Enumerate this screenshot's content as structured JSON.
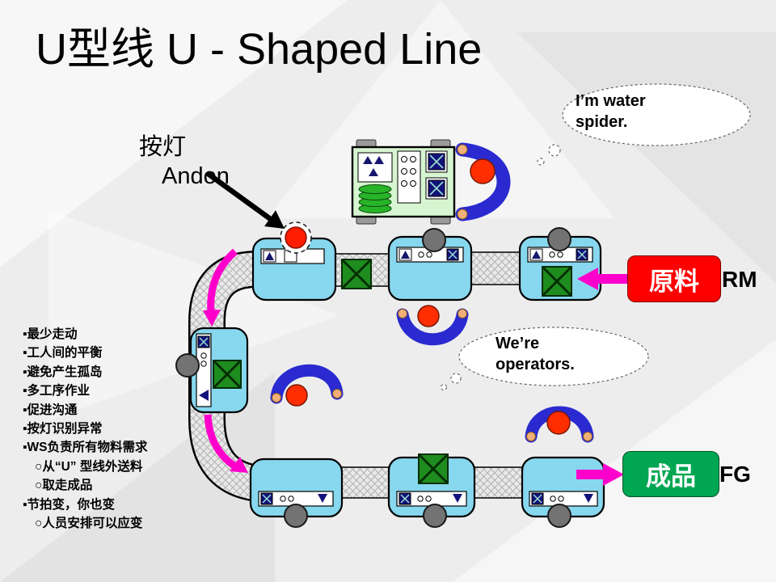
{
  "slide": {
    "title": "U型线  U - Shaped Line"
  },
  "andon_label": {
    "line1": "按灯",
    "line2": "Andon"
  },
  "clouds": {
    "water_spider": {
      "line1": "I’m water",
      "line2": "spider."
    },
    "operators": {
      "line1": "We’re",
      "line2": "operators."
    }
  },
  "materials": {
    "raw": {
      "label": "原料",
      "tag": "RM"
    },
    "finished": {
      "label": "成品",
      "tag": "FG"
    }
  },
  "bullets": {
    "items": [
      "▪最少走动",
      "▪工人间的平衡",
      "▪避免产生孤岛",
      "▪多工序作业",
      "▪促进沟通",
      "▪按灯识别异常",
      "▪WS负责所有物料需求",
      "○从“U” 型线外送料",
      "○取走成品",
      "▪节拍变，你也变",
      "○人员安排可以应变"
    ]
  },
  "colors": {
    "raw_box_red": "#ff0000",
    "finished_box_green": "#00a651",
    "station_fill": "#87d7ee",
    "crate_green": "#1e8c1e",
    "flow_arrow_magenta": "#ff00cc",
    "operator_blue": "#2a2ad0",
    "operator_head_red": "#ff2e00",
    "andon_light_red": "#ff1e00",
    "gray_head": "#737373"
  },
  "icons": {
    "andon_light": "red circle with dashed halo",
    "kanban_crate": "green box with X (⊠)",
    "operator_figure": "blue arc body with red head",
    "water_spider_figure": "blue arc body with red head pulling cart",
    "conveyor_track": "cross-hatched band",
    "triangle_marker": "▲",
    "container_marker": "⊠",
    "down_arrow_marker": "▼"
  }
}
